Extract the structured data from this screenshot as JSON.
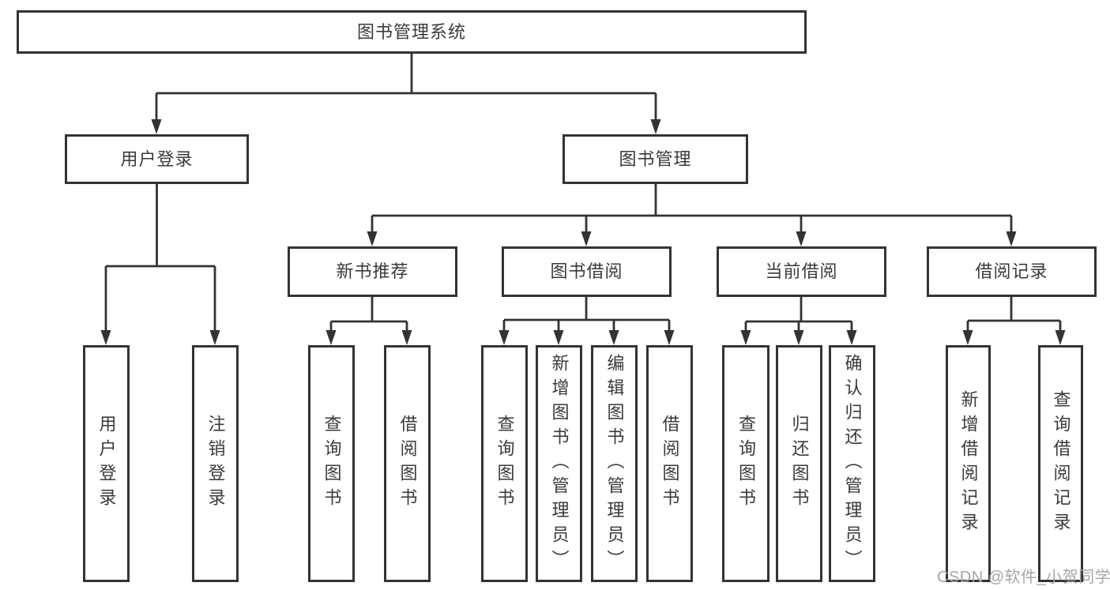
{
  "diagram": {
    "root": {
      "label": "图书管理系统"
    },
    "user_login": {
      "label": "用户登录",
      "children": [
        {
          "label": "用户登录"
        },
        {
          "label": "注销登录"
        }
      ]
    },
    "book_mgmt": {
      "label": "图书管理"
    },
    "sections": [
      {
        "label": "新书推荐",
        "children": [
          {
            "label": "查询图书"
          },
          {
            "label": "借阅图书"
          }
        ]
      },
      {
        "label": "图书借阅",
        "children": [
          {
            "label": "查询图书"
          },
          {
            "label": "新增图书（管理员）"
          },
          {
            "label": "编辑图书（管理员）"
          },
          {
            "label": "借阅图书"
          }
        ]
      },
      {
        "label": "当前借阅",
        "children": [
          {
            "label": "查询图书"
          },
          {
            "label": "归还图书"
          },
          {
            "label": "确认归还（管理员）"
          }
        ]
      },
      {
        "label": "借阅记录",
        "children": [
          {
            "label": "新增借阅记录"
          },
          {
            "label": "查询借阅记录"
          }
        ]
      }
    ],
    "colors": {
      "line": "#333333",
      "text": "#3a3a3a",
      "background": "#ffffff",
      "watermark": "#a6a6a6"
    }
  },
  "watermark": {
    "text": "CSDN @软件_小贺同学"
  }
}
